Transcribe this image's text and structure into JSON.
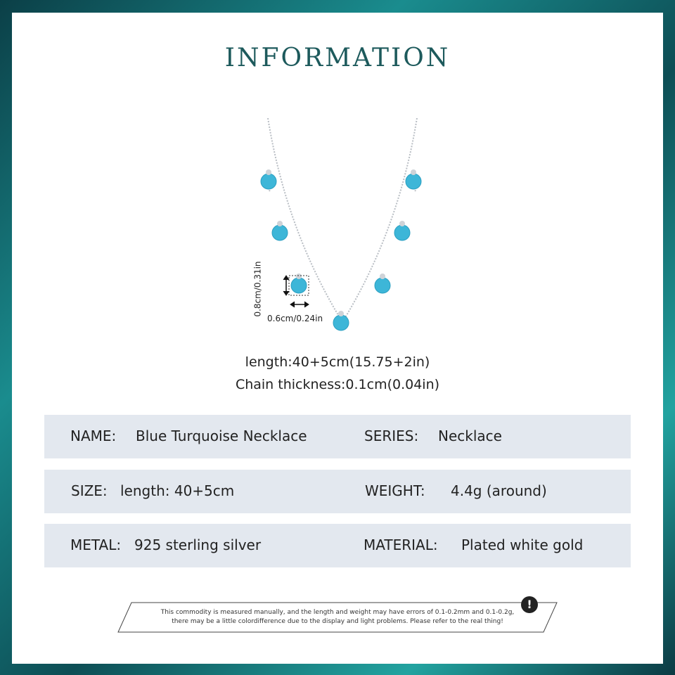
{
  "title": "INFORMATION",
  "product_image": {
    "height_label": "0.8cm/0.31in",
    "width_label": "0.6cm/0.24in",
    "bead_color": "#3db6d8"
  },
  "specs": {
    "length": "length:40+5cm(15.75+2in)",
    "thickness": "Chain thickness:0.1cm(0.04in)"
  },
  "details": [
    [
      {
        "label": "NAME:",
        "value": "Blue Turquoise Necklace"
      },
      {
        "label": "SERIES:",
        "value": "Necklace"
      }
    ],
    [
      {
        "label": "SIZE:",
        "value": "length: 40+5cm"
      },
      {
        "label": "WEIGHT:",
        "value": "4.4g (around)"
      }
    ],
    [
      {
        "label": "METAL:",
        "value": "925 sterling silver"
      },
      {
        "label": "MATERIAL:",
        "value": "Plated white gold"
      }
    ]
  ],
  "notice": {
    "line1": "This commodity is measured manually, and the length and weight may have errors of 0.1-0.2mm and 0.1-0.2g,",
    "line2": "there may be a little colordifference due to the display and light problems. Please refer to the real thing!",
    "icon": "!"
  },
  "colors": {
    "frame": "#0d4e55",
    "title": "#1d5a5c",
    "row_bg": "#e3e8ef"
  }
}
